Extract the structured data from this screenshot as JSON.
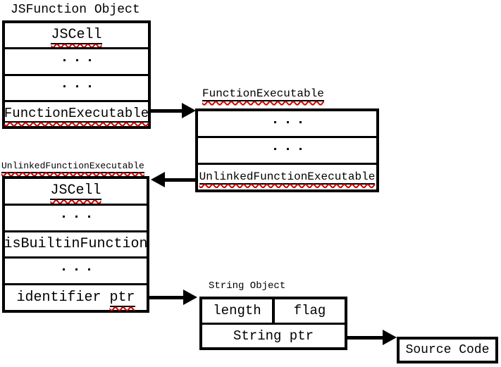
{
  "diagram": {
    "jsfunction": {
      "title": "JSFunction Object",
      "rows": {
        "jscell": "JSCell",
        "dots1": "...",
        "dots2": "...",
        "functionexecutable": "FunctionExecutable"
      }
    },
    "functionexecutable": {
      "title": "FunctionExecutable",
      "rows": {
        "dots1": "...",
        "dots2": "...",
        "unlinked": "UnlinkedFunctionExecutable"
      }
    },
    "unlinkedfunctionexecutable": {
      "title": "UnlinkedFunctionExecutable",
      "rows": {
        "jscell": "JSCell",
        "dots1": "...",
        "isbuiltin": "isBuiltinFunction",
        "dots2": "...",
        "identifier_prefix": "identifier",
        "identifier_ptr": "ptr"
      }
    },
    "stringobject": {
      "title": "String Object",
      "rows": {
        "length": "length",
        "flag": "flag",
        "stringptr": "String ptr"
      }
    },
    "sourcecode": {
      "label": "Source Code"
    },
    "colors": {
      "ink": "#000000",
      "squiggle": "#cc0000"
    }
  }
}
